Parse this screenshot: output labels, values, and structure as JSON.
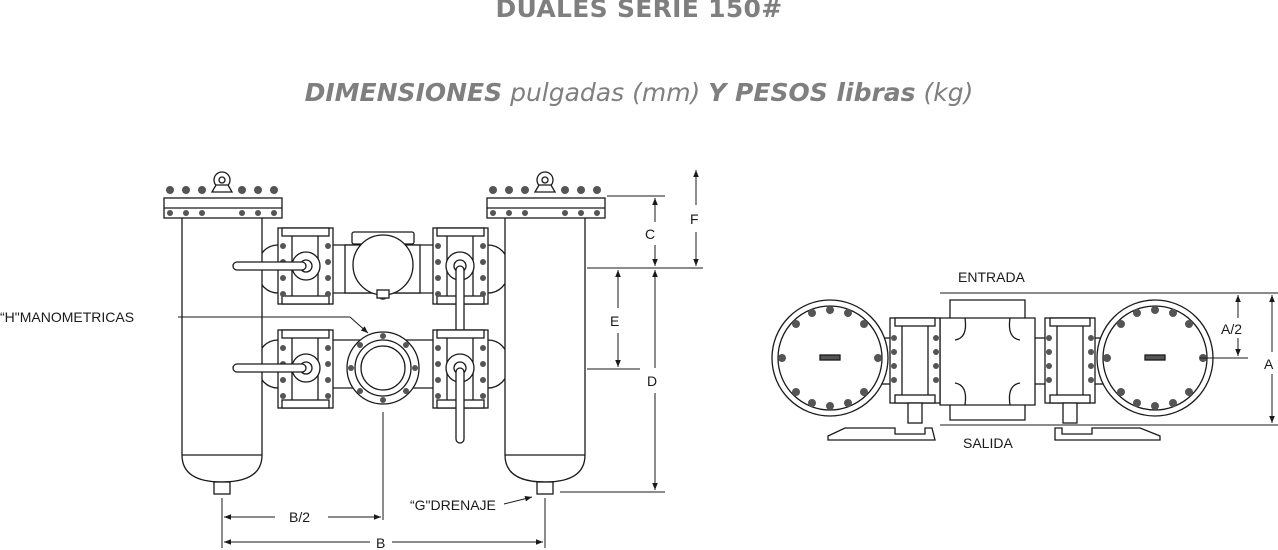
{
  "header": {
    "title": "DUALES SERIE 150#",
    "subtitle": {
      "part1": "DIMENSIONES",
      "part2": " pulgadas (mm) ",
      "part3": "Y PESOS libras",
      "part4": " (kg)"
    }
  },
  "front_view": {
    "labels": {
      "manometricas": "“H\"MANOMETRICAS",
      "drenaje": "“G\"DRENAJE",
      "b_half": "B/2",
      "b": "B",
      "c": "C",
      "d": "D",
      "e": "E",
      "f": "F"
    }
  },
  "top_view": {
    "labels": {
      "entrada": "ENTRADA",
      "salida": "SALIDA",
      "a_half": "A/2",
      "a": "A"
    }
  },
  "colors": {
    "title": "#7f7f7f",
    "line": "#1a1a1a",
    "fill": "#ffffff"
  }
}
